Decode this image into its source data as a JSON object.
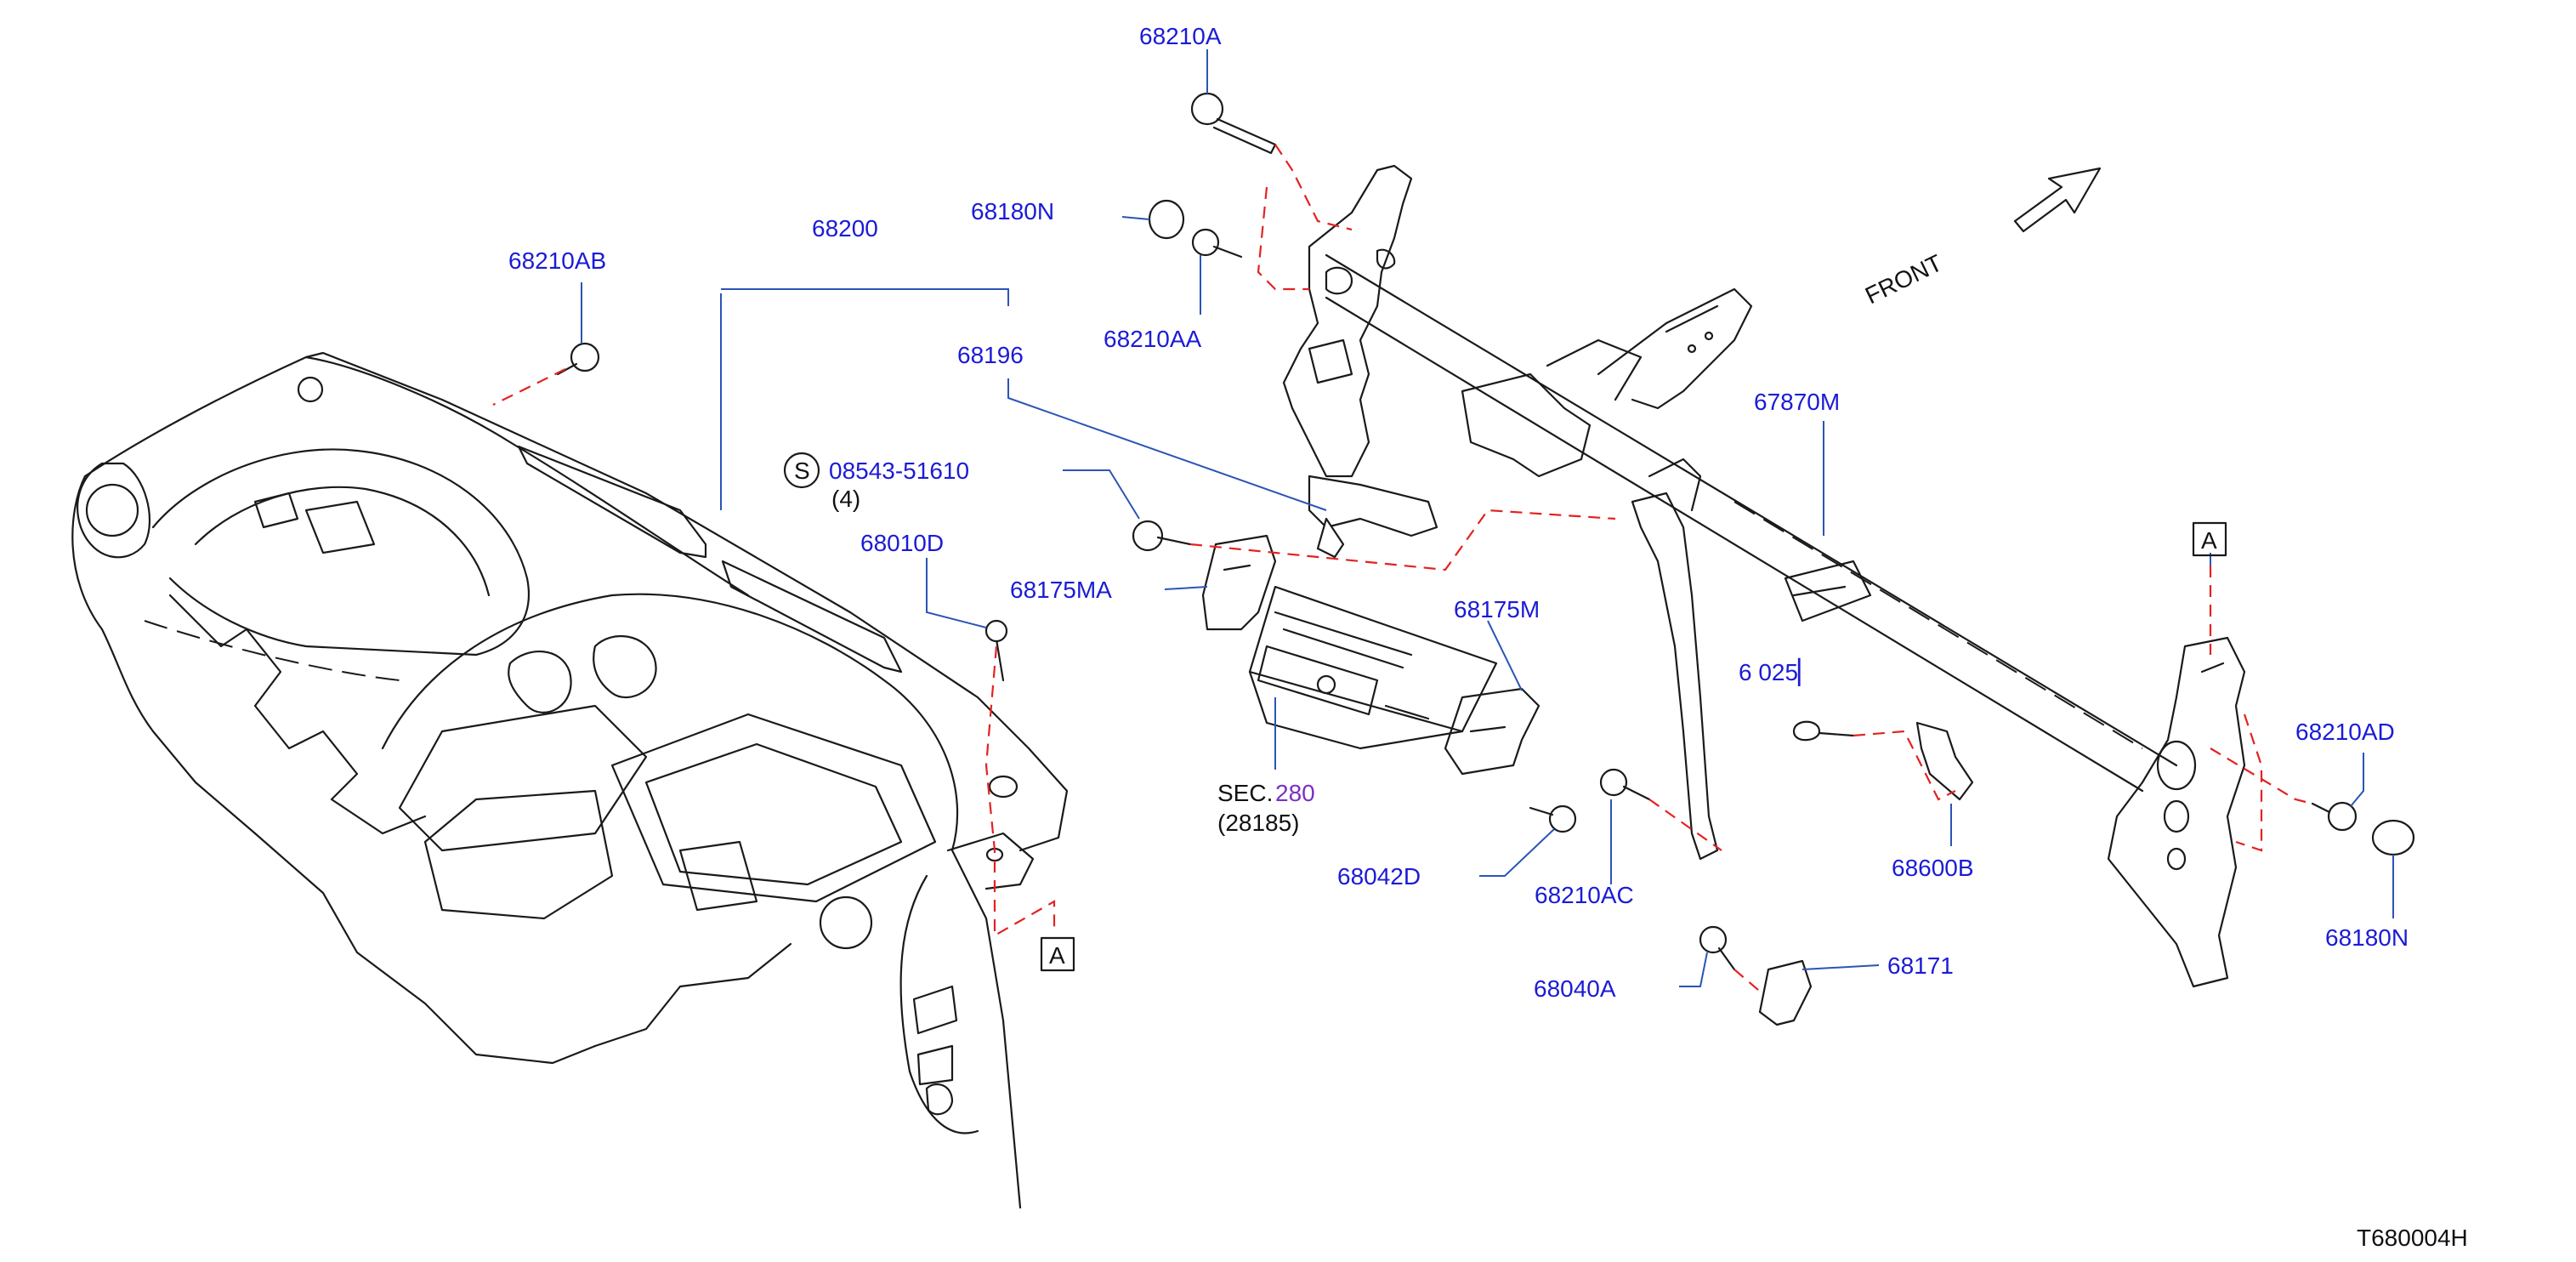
{
  "diagram_id": "T680004H",
  "front_label": "FRONT",
  "colors": {
    "part_number": "#1b1bd6",
    "section_ref": "#7a2fc7",
    "leader_line": "#2a55b5",
    "fastener_path": "#e32222",
    "outline": "#1a1a1a"
  },
  "callouts": {
    "c68210A": "68210A",
    "c68180N_top": "68180N",
    "c68210AA": "68210AA",
    "c68210AB": "68210AB",
    "c68200": "68200",
    "c68196": "68196",
    "c08543": "08543-51610",
    "c08543_qty": "(4)",
    "c68010D": "68010D",
    "c68175MA": "68175MA",
    "c68175M": "68175M",
    "c67870M": "67870M",
    "c6025": "6  025▏",
    "c68210AD": "68210AD",
    "c68180N_right": "68180N",
    "c68600B": "68600B",
    "c68042D": "68042D",
    "c68210AC": "68210AC",
    "c68040A": "68040A",
    "c68171": "68171"
  },
  "standard_part_symbol": "S",
  "section_ref": {
    "prefix": "SEC.",
    "number": "280",
    "sub": "(28185)"
  },
  "ref_markers": {
    "left": "A",
    "right": "A"
  }
}
